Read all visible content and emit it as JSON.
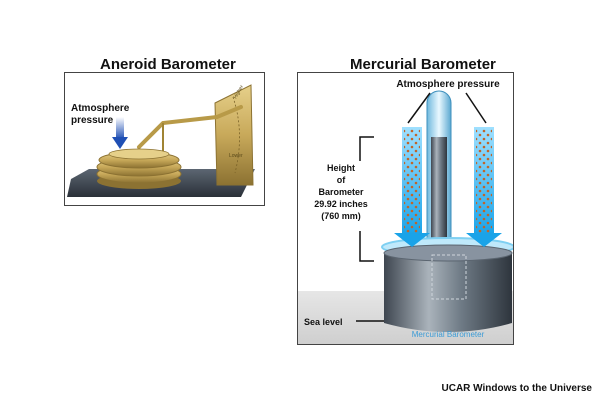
{
  "aneroid": {
    "title": "Aneroid Barometer",
    "label_line1": "Atmosphere",
    "label_line2": "pressure",
    "dial_high": "Higher",
    "dial_low": "Lower"
  },
  "mercurial": {
    "title": "Mercurial Barometer",
    "top_label": "Atmosphere pressure",
    "height_lines": [
      "Height",
      "of",
      "Barometer",
      "29.92 inches",
      "(760 mm)"
    ],
    "sea_level": "Sea level",
    "caption": "Mercurial Barometer"
  },
  "credit": "UCAR Windows to the Universe",
  "colors": {
    "arrow_blue": "#1aa3e8",
    "arrow_blue_light": "#9fe0ff",
    "brass": "#c8a95a",
    "mercury": "#6f7b86"
  }
}
